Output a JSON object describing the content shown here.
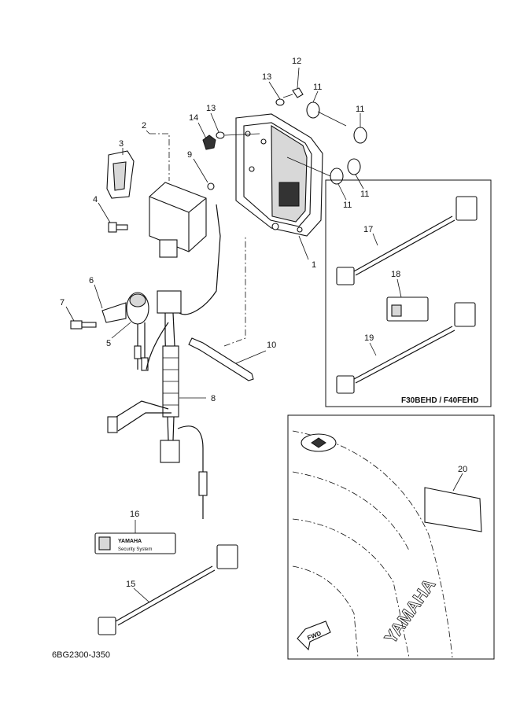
{
  "callouts": {
    "c1": "1",
    "c2": "2",
    "c3": "3",
    "c4": "4",
    "c5": "5",
    "c6": "6",
    "c7": "7",
    "c8": "8",
    "c9": "9",
    "c10": "10",
    "c11a": "11",
    "c11b": "11",
    "c11c": "11",
    "c11d": "11",
    "c12": "12",
    "c13a": "13",
    "c13b": "13",
    "c14": "14",
    "c15": "15",
    "c16": "16",
    "c17": "17",
    "c18": "18",
    "c19": "19",
    "c20": "20"
  },
  "variant_label": "F30BEHD / F40FEHD",
  "decal": {
    "brand": "YAMAHA",
    "text": "Security System"
  },
  "cowling": {
    "fwd": "FWD",
    "brand": "YAMAHA"
  },
  "diagram_code": "6BG2300-J350"
}
